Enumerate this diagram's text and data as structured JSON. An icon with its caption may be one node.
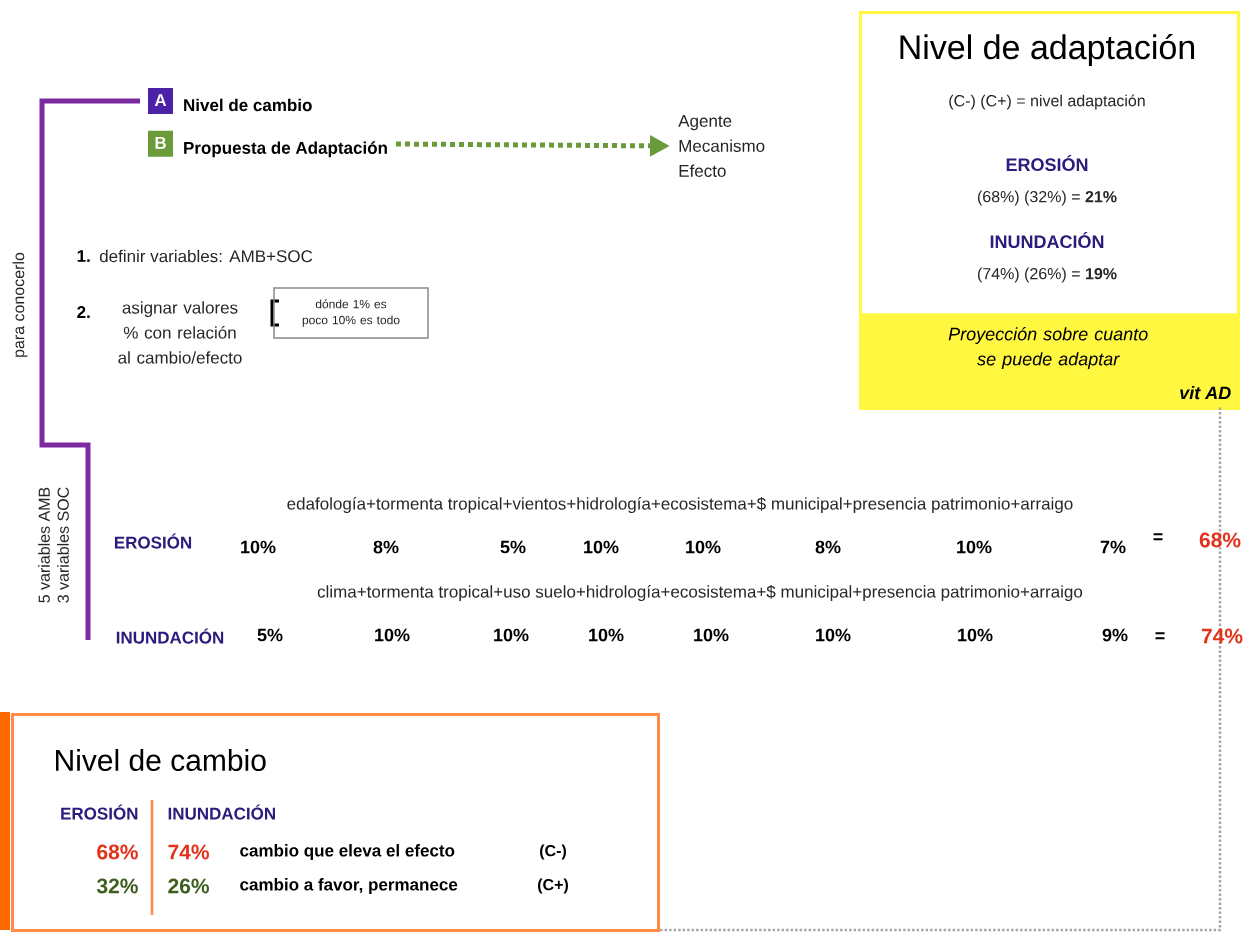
{
  "diagram": {
    "nodes": [
      {
        "text": [
          "A"
        ],
        "beside": [
          "Nivel de cambio"
        ]
      },
      {
        "text": [
          "B"
        ],
        "beside": [
          "Propuesta de Adaptación"
        ]
      },
      {
        "text": [
          "Agente Mecanismo Efecto"
        ]
      },
      {
        "text": [
          "Nivel de adaptación",
          "(C-) (C+) = nivel adaptación",
          "EROSIÓN",
          "(68%) (32%) = **21%**",
          "INUNDACIÓN",
          "(74%) (26%) = **19%**"
        ]
      },
      {
        "text": [
          "Proyección sobre cuanto se puede adaptar",
          "vit AD"
        ],
        "in": 3
      },
      {
        "text": [
          "Nivel de cambio",
          "EROSIÓN",
          "INUNDACIÓN",
          "68%",
          "74%",
          "cambio que eleva el efecto",
          "(C-)",
          "32%",
          "26%",
          "cambio a favor, permanece",
          "(C+)"
        ]
      },
      {
        "text": [
          "dónde 1% es poco 10% es todo"
        ]
      }
    ],
    "edges": [
      {
        "from": 1,
        "to": 2,
        "arrow": "to",
        "style": "dashed",
        "color": "#6a9a3a"
      },
      {
        "from": 4,
        "to": 5,
        "arrow": "none",
        "style": "dashed",
        "color": "#a8a8a8"
      }
    ],
    "labels": [
      "para conocerlo",
      "1.",
      "definir variables: AMB+SOC",
      "2.",
      "asignar valores % con relación al cambio/efecto",
      "5 variables AMB",
      "3 variables SOC",
      "edafología+tormenta tropical+vientos+hidrología+ecosistema+$ municipal+presencia patrimonio+arraigo",
      "EROSIÓN",
      "10%",
      "8%",
      "5%",
      "10%",
      "10%",
      "8%",
      "10%",
      "7%",
      "=",
      "68%",
      "clima+tormenta tropical+uso suelo+hidrología+ecosistema+$ municipal+presencia patrimonio+arraigo",
      "INUNDACIÓN",
      "5%",
      "10%",
      "10%",
      "10%",
      "10%",
      "10%",
      "10%",
      "9%",
      "=",
      "74%"
    ]
  }
}
